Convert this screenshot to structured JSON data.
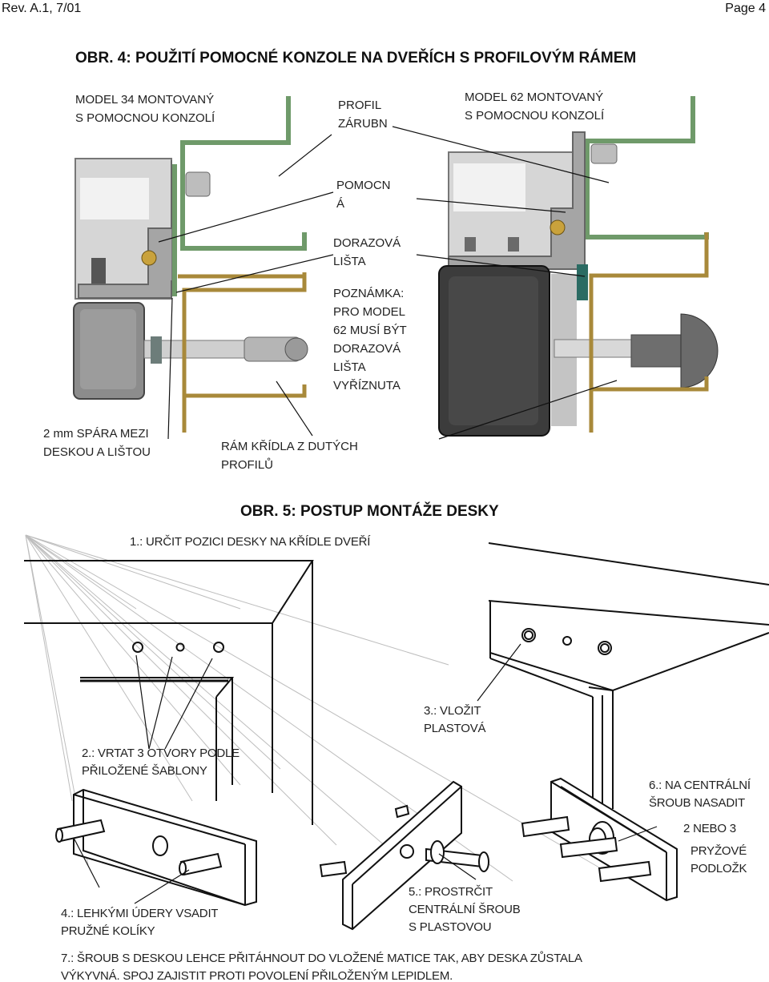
{
  "header": {
    "left": "Rev. A.1, 7/01",
    "right": "Page 4"
  },
  "fig4": {
    "title": "OBR. 4: POUŽITÍ POMOCNÉ KONZOLE NA DVEŘÍCH S PROFILOVÝM RÁMEM",
    "model34": "MODEL 34 MONTOVANÝ\nS POMOCNOU KONZOLÍ",
    "model62": "MODEL 62 MONTOVANÝ\nS POMOCNOU KONZOLÍ",
    "profil": "PROFIL\nZÁRUBN",
    "pomocna": "POMOCN\nÁ",
    "dorazova": "DORAZOVÁ\nLIŠTA",
    "poznamka": "POZNÁMKA:\nPRO MODEL\n62 MUSÍ BÝT\nDORAZOVÁ\nLIŠTA\nVYŘÍZNUTA",
    "spara": "2 mm SPÁRA MEZI\nDESKOU A LIŠTOU",
    "ram": "RÁM KŘÍDLA Z DUTÝCH\nPROFILŮ"
  },
  "fig5": {
    "title": "OBR. 5: POSTUP MONTÁŽE DESKY",
    "step1": "1.: URČIT POZICI DESKY NA KŘÍDLE DVEŘÍ",
    "step2": "2.: VRTAT 3 OTVORY  PODLE\nPŘILOŽENÉ ŠABLONY",
    "step3": "3.: VLOŽIT\nPLASTOVÁ",
    "step4": "4.: LEHKÝMI ÚDERY VSADIT\nPRUŽNÉ KOLÍKY",
    "step5": "5.: PROSTRČIT\nCENTRÁLNÍ ŠROUB\nS PLASTOVOU",
    "step6": "6.: NA CENTRÁLNÍ\nŠROUB NASADIT",
    "step6b": "2 NEBO 3",
    "step6c": "PRYŽOVÉ\nPODLOŽK",
    "step7": "7.: ŠROUB S DESKOU LEHCE PŘITÁHNOUT DO VLOŽENÉ MATICE TAK, ABY DESKA ZŮSTALA\nVÝKYVNÁ. SPOJ ZAJISTIT PROTI POVOLENÍ PŘILOŽENÝM LEPIDLEM."
  },
  "colors": {
    "frame_green": "#6f9a6a",
    "sash_gold": "#a8893a",
    "body_grey": "#8c8c8c",
    "dark_box": "#3c3c3c",
    "teal_strip": "#2b6b63"
  }
}
